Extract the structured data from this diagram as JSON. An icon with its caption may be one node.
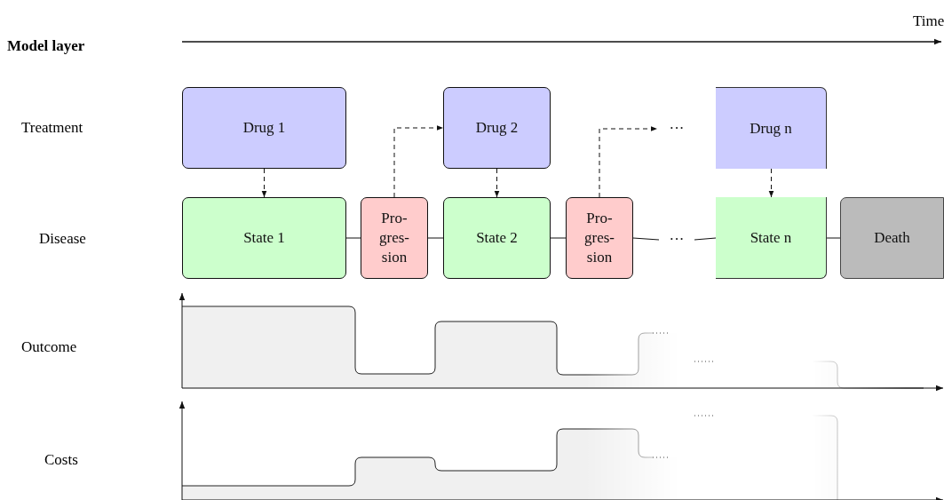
{
  "diagram": {
    "nodes": [
      {
        "text": [
          "Drug 1"
        ]
      },
      {
        "text": [
          "Drug 2"
        ]
      },
      {
        "text": [
          "···"
        ]
      },
      {
        "text": [
          "Drug n"
        ]
      },
      {
        "text": [
          "State 1"
        ]
      },
      {
        "text": [
          "Pro- gres- sion"
        ]
      },
      {
        "text": [
          "State 2"
        ]
      },
      {
        "text": [
          "Pro- gres- sion"
        ]
      },
      {
        "text": [
          "···"
        ]
      },
      {
        "text": [
          "State n"
        ]
      },
      {
        "text": [
          "Death"
        ]
      }
    ],
    "edges": [
      {
        "from": 0,
        "to": 4,
        "arrow": "to",
        "style": "dashed"
      },
      {
        "from": 4,
        "to": 5,
        "arrow": "none"
      },
      {
        "from": 5,
        "to": 6,
        "arrow": "none"
      },
      {
        "from": 5,
        "to": 1,
        "arrow": "to",
        "style": "dashed"
      },
      {
        "from": 1,
        "to": 6,
        "arrow": "to",
        "style": "dashed"
      },
      {
        "from": 6,
        "to": 7,
        "arrow": "none"
      },
      {
        "from": 7,
        "to": 2,
        "arrow": "to",
        "style": "dashed"
      },
      {
        "from": 7,
        "to": 8,
        "arrow": "none"
      },
      {
        "from": 8,
        "to": 9,
        "arrow": "none"
      },
      {
        "from": 3,
        "to": 9,
        "arrow": "to",
        "style": "dashed"
      },
      {
        "from": 9,
        "to": 10,
        "arrow": "none"
      }
    ],
    "labels": [
      "Time",
      "Model layer",
      "Treatment",
      "Disease",
      "Outcome",
      "Costs"
    ]
  }
}
